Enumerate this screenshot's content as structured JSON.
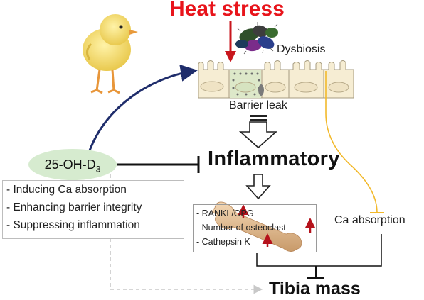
{
  "heat_stress": "Heat stress",
  "dysbiosis": "Dysbiosis",
  "barrier_leak": "Barrier leak",
  "inflammatory": "Inflammatory",
  "vitamin_d": {
    "prefix": "25-OH-D",
    "subscript": "3"
  },
  "effects": [
    "- Inducing Ca absorption",
    "- Enhancing barrier integrity",
    "- Suppressing inflammation"
  ],
  "bone_markers": [
    "- RANKL/OPG",
    "- Number of osteoclast",
    "- Cathepsin K"
  ],
  "ca_absorption": "Ca absorption",
  "tibia_mass": "Tibia mass",
  "colors": {
    "heat": "#e8141b",
    "vitd_fill": "#d6ebcf",
    "promote_arrow": "#1f2d6b",
    "ca_line": "#f2b92c",
    "up_arrow": "#b5121b"
  }
}
